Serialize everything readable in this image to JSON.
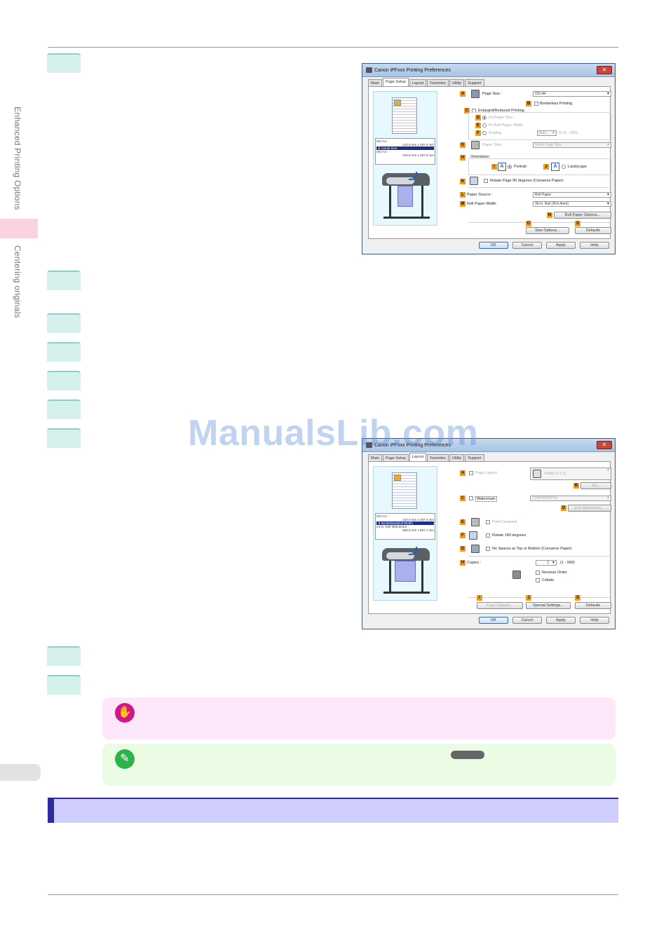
{
  "sidebar": {
    "label_top": "Enhanced Printing Options",
    "label_bottom": "Centering originals"
  },
  "watermark": "ManualsLib.com",
  "dialog1": {
    "title": "Canon iPFxxx Printing Preferences",
    "close": "✕",
    "tabs": [
      "Main",
      "Page Setup",
      "Layout",
      "Favorites",
      "Utility",
      "Support"
    ],
    "preview": {
      "size1": "ISO A4 :",
      "dim1": "210.0 mm x 297.0 mm",
      "highlight": "Actual Size",
      "size2": "ISO A4 :",
      "dim2": "210.0 mm x 297.0 mm"
    },
    "badges": {
      "a": "A",
      "b": "B",
      "c": "C",
      "d": "D",
      "e": "E",
      "f": "F",
      "g": "G",
      "h": "H",
      "i": "I",
      "j": "J",
      "k": "K",
      "l": "L",
      "m": "M",
      "n": "N",
      "o": "O",
      "s": "S"
    },
    "page_size_label": "Page Size :",
    "page_size_value": "ISO A4",
    "borderless": "Borderless Printing",
    "enlarged": "Enlarged/Reduced Printing",
    "fit_paper": "Fit Paper Size",
    "fit_roll": "Fit Roll Paper Width",
    "scaling": "Scaling",
    "scaling_value": "Auto",
    "scaling_range": "% (5 - 600)",
    "paper_size_label": "Paper Size :",
    "paper_size_value": "Match Page Size",
    "orientation": "Orientation",
    "portrait": "Portrait",
    "landscape": "Landscape",
    "rotate": "Rotate Page 90 degrees (Conserve Paper)",
    "paper_source_label": "Paper Source :",
    "paper_source_value": "Roll Paper",
    "roll_width_label": "Roll Paper Width:",
    "roll_width_value": "36-in. Roll (914.4mm)",
    "roll_options": "Roll Paper Options...",
    "size_options": "Size Options...",
    "defaults": "Defaults",
    "ok": "OK",
    "cancel": "Cancel",
    "apply": "Apply",
    "help": "Help"
  },
  "dialog2": {
    "title": "Canon iPFxxx Printing Preferences",
    "close": "✕",
    "tabs": [
      "Main",
      "Page Setup",
      "Layout",
      "Favorites",
      "Utility",
      "Support"
    ],
    "preview": {
      "size1": "ISO A4 :",
      "dim1": "210.0 mm x 297.0 mm",
      "highlight": "Borderless(Roll Width)",
      "size2": "24-in. Roll (609.6mm) :",
      "dim2": "609.6 mm x 867.1 mm"
    },
    "badges": {
      "a": "A",
      "b": "B",
      "c": "C",
      "d": "D",
      "e": "E",
      "f": "F",
      "g": "G",
      "h": "H",
      "i": "I",
      "j": "J",
      "s": "S"
    },
    "page_layout": "Page Layout",
    "poster": "Poster (2 x 2)",
    "set": "Set...",
    "watermark": "Watermark",
    "watermark_value": "CONFIDENTIAL",
    "edit_watermark": "Edit Watermark...",
    "print_centered": "Print Centered",
    "rotate180": "Rotate 180 degrees",
    "no_spaces": "No Spaces at Top or Bottom (Conserve Paper)",
    "copies_label": "Copies :",
    "copies_value": "1",
    "copies_range": "(1 - 999)",
    "reverse": "Reverse Order",
    "collate": "Collate",
    "page_options": "Page Options...",
    "special": "Special Settings...",
    "defaults": "Defaults",
    "ok": "OK",
    "cancel": "Cancel",
    "apply": "Apply",
    "help": "Help"
  },
  "notes": {
    "important_icon": "hand-icon",
    "tip_icon": "pencil-icon",
    "important_glyph": "✋",
    "tip_glyph": "✎"
  },
  "colors": {
    "step_fill": "#d6f0ec",
    "side_tab": "#fbd3de",
    "important_bg": "#fde7fb",
    "tip_bg": "#eafde4",
    "section_bg": "#cfcdfb",
    "section_accent": "#2e2c9c",
    "badge": "#f49b1e"
  }
}
